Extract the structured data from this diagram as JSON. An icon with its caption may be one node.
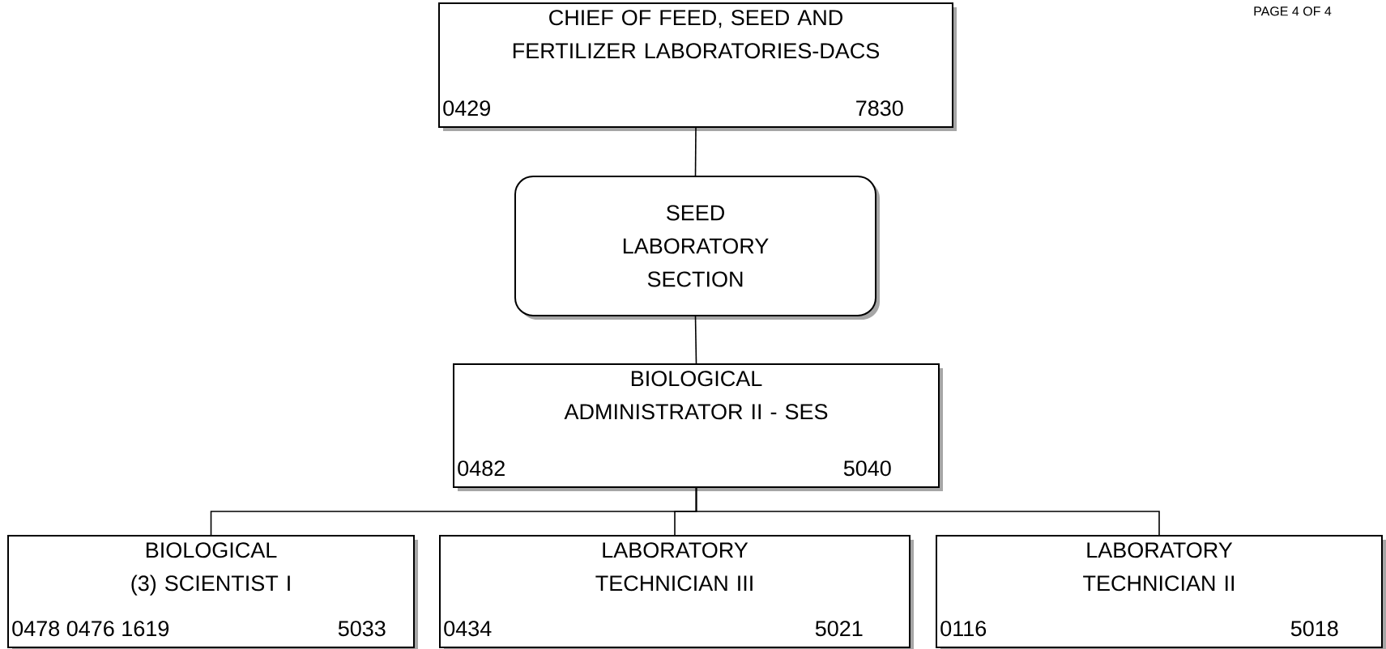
{
  "diagram": {
    "nodes": [
      {
        "text": [
          "CHIEF OF FEED, SEED AND FERTILIZER LABORATORIES-DACS",
          "0429",
          "7830"
        ]
      },
      {
        "text": [
          "SEED LABORATORY SECTION"
        ]
      },
      {
        "text": [
          "BIOLOGICAL ADMINISTRATOR II - SES",
          "0482",
          "5040"
        ]
      },
      {
        "text": [
          "BIOLOGICAL (3) SCIENTIST I",
          "0478 0476 1619",
          "5033"
        ]
      },
      {
        "text": [
          "LABORATORY TECHNICIAN III",
          "0434",
          "5021"
        ]
      },
      {
        "text": [
          "LABORATORY TECHNICIAN II",
          "0116",
          "5018"
        ]
      }
    ],
    "edges": [
      {
        "from": 0,
        "to": 1,
        "arrow": "none"
      },
      {
        "from": 1,
        "to": 2,
        "arrow": "none"
      },
      {
        "from": 2,
        "to": 3,
        "arrow": "none"
      },
      {
        "from": 2,
        "to": 4,
        "arrow": "none"
      },
      {
        "from": 2,
        "to": 5,
        "arrow": "none"
      }
    ],
    "labels": [
      "PAGE 4 OF 4"
    ]
  }
}
